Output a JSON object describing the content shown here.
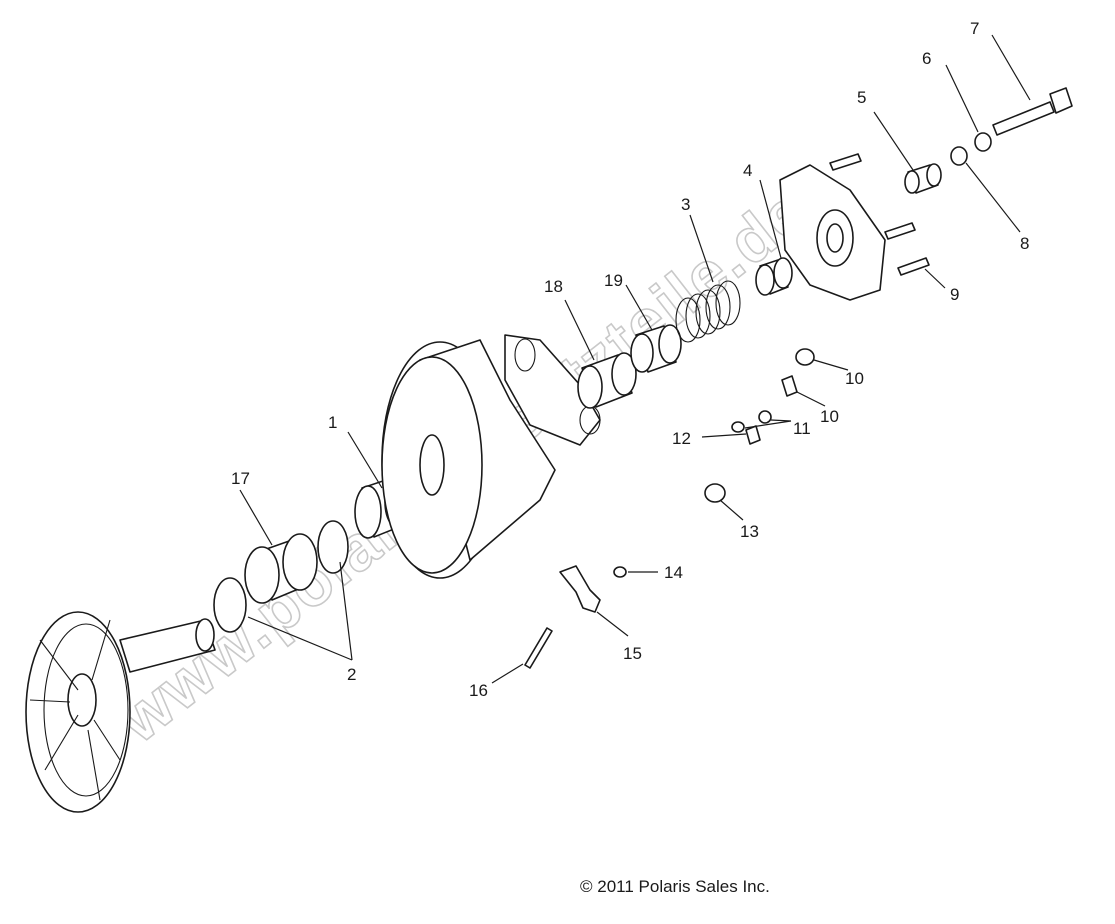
{
  "watermark": "www.polaris-ersatzteile.de",
  "copyright": "© 2011 Polaris Sales Inc.",
  "callouts": [
    {
      "id": "c1",
      "label": "1"
    },
    {
      "id": "c2",
      "label": "2"
    },
    {
      "id": "c3",
      "label": "3"
    },
    {
      "id": "c4",
      "label": "4"
    },
    {
      "id": "c5",
      "label": "5"
    },
    {
      "id": "c6",
      "label": "6"
    },
    {
      "id": "c7",
      "label": "7"
    },
    {
      "id": "c8",
      "label": "8"
    },
    {
      "id": "c9",
      "label": "9"
    },
    {
      "id": "c10a",
      "label": "10"
    },
    {
      "id": "c10b",
      "label": "10"
    },
    {
      "id": "c11",
      "label": "11"
    },
    {
      "id": "c12",
      "label": "12"
    },
    {
      "id": "c13",
      "label": "13"
    },
    {
      "id": "c14",
      "label": "14"
    },
    {
      "id": "c15",
      "label": "15"
    },
    {
      "id": "c16",
      "label": "16"
    },
    {
      "id": "c17",
      "label": "17"
    },
    {
      "id": "c18",
      "label": "18"
    },
    {
      "id": "c19",
      "label": "19"
    }
  ]
}
